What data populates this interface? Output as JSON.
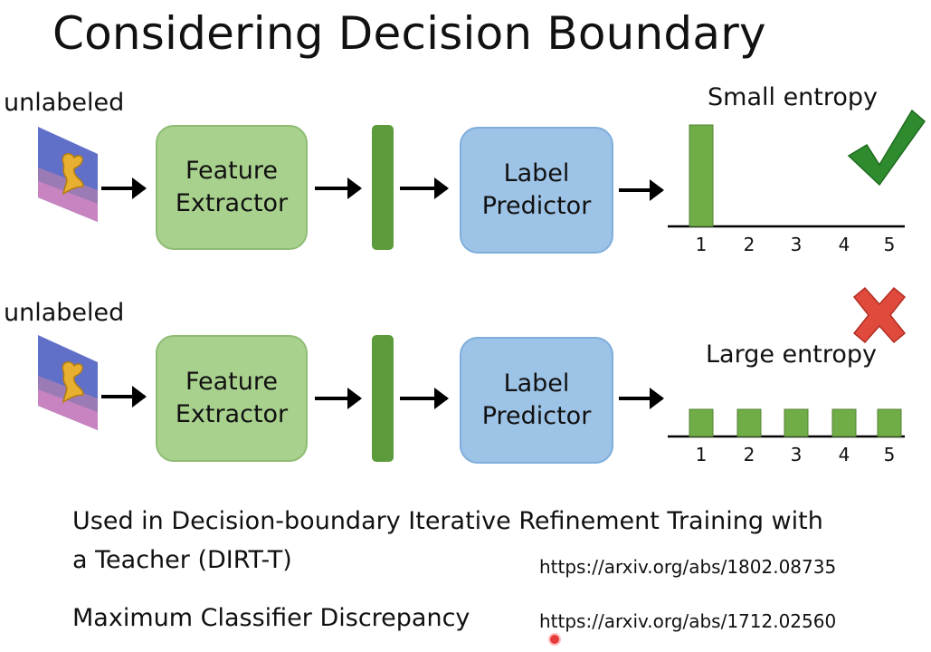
{
  "title": "Considering Decision Boundary",
  "rows": [
    {
      "input_label": "unlabeled",
      "feature_extractor": [
        "Feature",
        "Extractor"
      ],
      "label_predictor": [
        "Label",
        "Predictor"
      ],
      "entropy_label": "Small entropy",
      "verdict_icon": "green-checkmark-icon"
    },
    {
      "input_label": "unlabeled",
      "feature_extractor": [
        "Feature",
        "Extractor"
      ],
      "label_predictor": [
        "Label",
        "Predictor"
      ],
      "entropy_label": "Large entropy",
      "verdict_icon": "red-cross-icon"
    }
  ],
  "chart_data": [
    {
      "type": "bar",
      "categories": [
        "1",
        "2",
        "3",
        "4",
        "5"
      ],
      "values": [
        1.0,
        0,
        0,
        0,
        0
      ],
      "ylim": [
        0,
        1
      ]
    },
    {
      "type": "bar",
      "categories": [
        "1",
        "2",
        "3",
        "4",
        "5"
      ],
      "values": [
        0.2,
        0.2,
        0.2,
        0.2,
        0.2
      ],
      "ylim": [
        0,
        1
      ]
    }
  ],
  "footer": {
    "dirt_line1": "Used in Decision-boundary Iterative Refinement Training with",
    "dirt_line2": "a Teacher (DIRT-T)",
    "dirt_url": "https://arxiv.org/abs/1802.08735",
    "mcd_text": "Maximum Classifier Discrepancy",
    "mcd_url": "https://arxiv.org/abs/1712.02560"
  },
  "colors": {
    "feature_box": "#a9d18e",
    "predictor_box": "#9dc3e6",
    "bar": "#70ad47",
    "feature_vector": "#5b9b3b",
    "check": "#2e8b2e",
    "cross": "#e04a3c"
  }
}
